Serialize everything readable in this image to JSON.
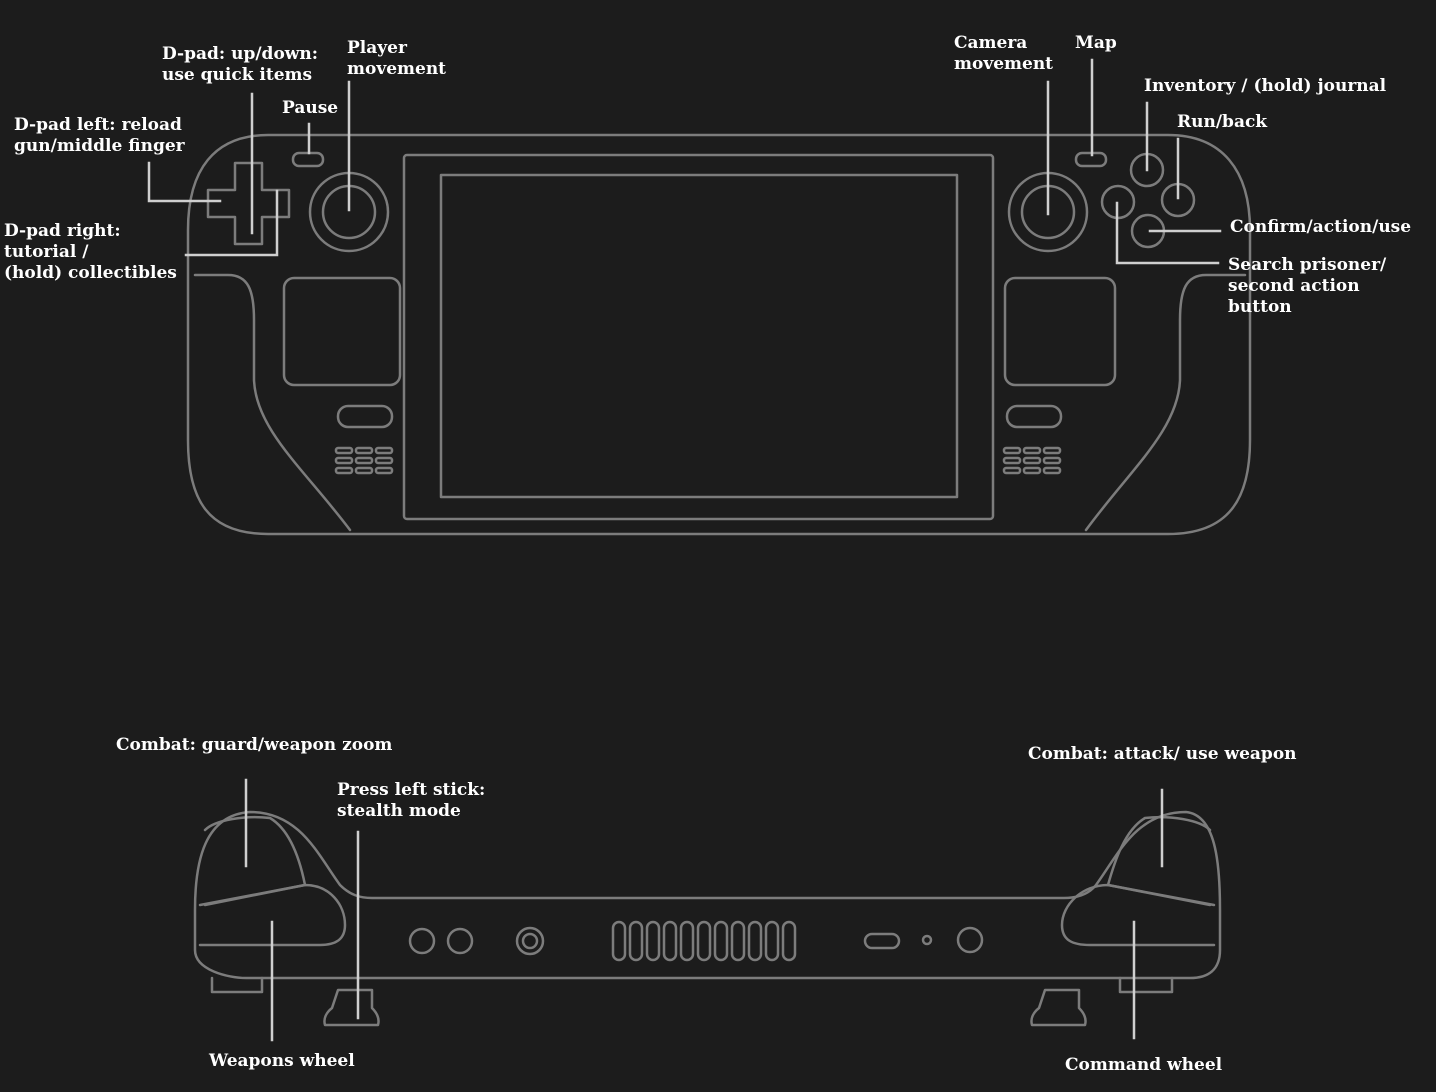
{
  "colors": {
    "background": "#1c1c1c",
    "outline": "#7c7c7c",
    "leader": "#cfcfcf",
    "text": "#ffffff"
  },
  "top_labels": {
    "dpad_up_down": [
      "D-pad: up/down:",
      "use quick items"
    ],
    "player_movement": [
      "Player",
      "movement"
    ],
    "pause": [
      "Pause"
    ],
    "dpad_left": [
      "D-pad left: reload",
      "gun/middle finger"
    ],
    "dpad_right": [
      "D-pad right:",
      "tutorial /",
      "(hold) collectibles"
    ],
    "camera_movement": [
      "Camera",
      "movement"
    ],
    "map": [
      "Map"
    ],
    "inventory": [
      "Inventory / (hold) journal"
    ],
    "run_back": [
      "Run/back"
    ],
    "confirm": [
      "Confirm/action/use"
    ],
    "search_prisoner": [
      "Search prisoner/",
      "second action",
      "button"
    ]
  },
  "bottom_labels": {
    "combat_guard": [
      "Combat: guard/weapon zoom"
    ],
    "press_left_stick": [
      "Press left stick:",
      "stealth mode"
    ],
    "combat_attack": [
      "Combat: attack/ use weapon"
    ],
    "weapons_wheel": [
      "Weapons wheel"
    ],
    "command_wheel": [
      "Command wheel"
    ]
  }
}
